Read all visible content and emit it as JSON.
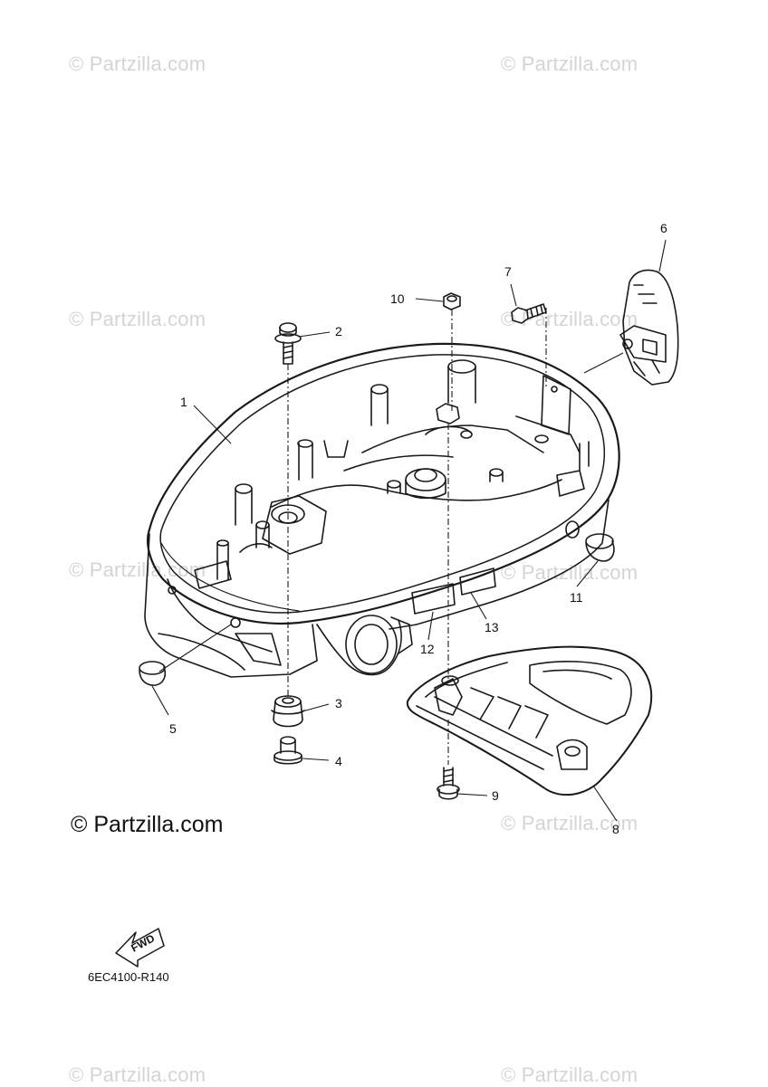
{
  "watermark": {
    "text": "© Partzilla.com",
    "main_text": "© Partzilla.com"
  },
  "diagram_code": "6EC4100-R140",
  "fwd_label": "FWD",
  "callouts": [
    "1",
    "2",
    "3",
    "4",
    "5",
    "6",
    "7",
    "8",
    "9",
    "10",
    "11",
    "12",
    "13"
  ],
  "colors": {
    "line": "#1a1a1a",
    "watermark": "#d4d4d4",
    "background": "#ffffff"
  }
}
